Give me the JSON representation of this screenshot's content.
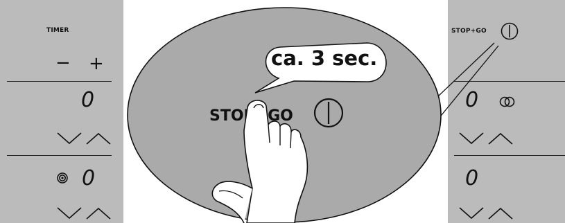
{
  "left_panel": {
    "timer_label": "TIMER",
    "timer_minus": "−",
    "timer_plus": "+",
    "timer_value": "0",
    "zone_value": "0"
  },
  "right_panel": {
    "stop_go_label": "STOP+GO",
    "zone_top_value": "0",
    "zone_bottom_value": "0"
  },
  "center": {
    "bubble_text": "ca. 3 sec.",
    "stop_go_text": "STOP+GO"
  },
  "colors": {
    "panel": "#bbbbbb",
    "ellipse": "#aaaaaa",
    "bubble": "#ffffff",
    "line": "#111111"
  }
}
